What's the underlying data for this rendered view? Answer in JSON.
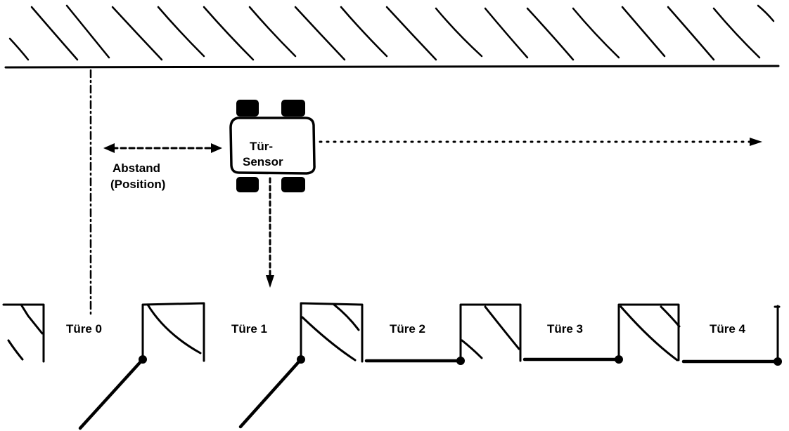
{
  "labels": {
    "sensor_line1": "Tür-",
    "sensor_line2": "Sensor",
    "distance_line1": "Abstand",
    "distance_line2": "(Position)"
  },
  "doors": [
    {
      "label": "Türe 0",
      "state": "open"
    },
    {
      "label": "Türe 1",
      "state": "open"
    },
    {
      "label": "Türe 2",
      "state": "closed"
    },
    {
      "label": "Türe 3",
      "state": "closed"
    },
    {
      "label": "Türe 4",
      "state": "closed"
    }
  ],
  "colors": {
    "ink": "#000000",
    "background": "#ffffff"
  }
}
